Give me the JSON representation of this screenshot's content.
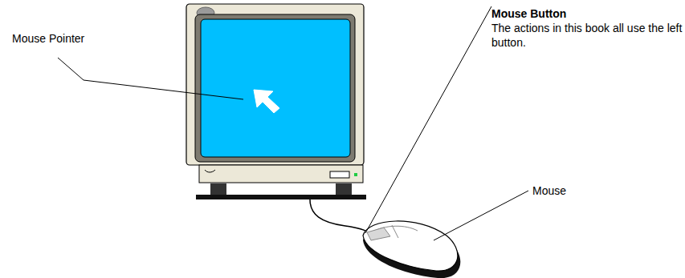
{
  "diagram": {
    "labels": [
      "Mouse Pointer",
      "Mouse Button",
      "The actions in this book all use the left button.",
      "Mouse"
    ]
  }
}
